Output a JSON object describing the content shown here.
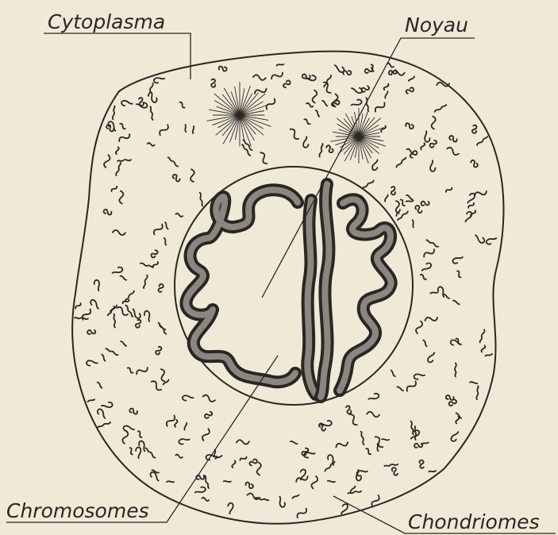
{
  "labels": {
    "cytoplasma": "Cytoplasma",
    "noyau": "Noyau",
    "chromosomes": "Chromosomes",
    "chondriomes": "Chondriomes"
  },
  "colors": {
    "paper": "#efe9d8",
    "ink": "#2a2622",
    "chromosome_fill": "#8a8680"
  }
}
